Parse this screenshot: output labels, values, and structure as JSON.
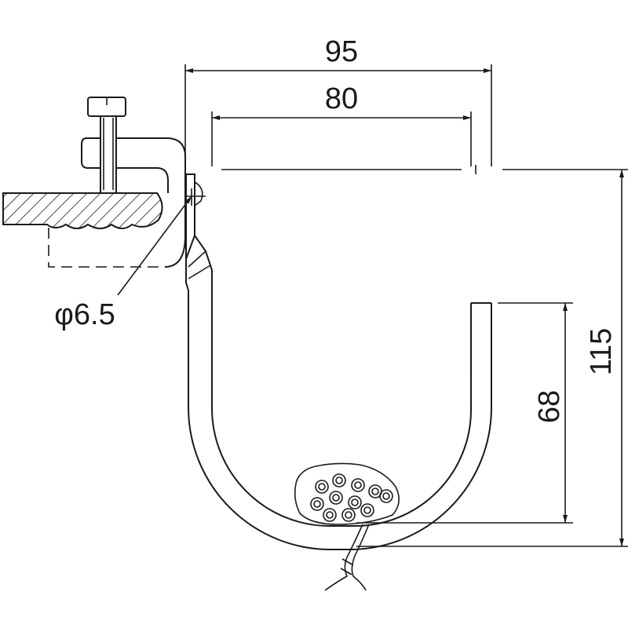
{
  "dimensions": {
    "width_outer": "95",
    "width_inner": "80",
    "height_total": "115",
    "height_lower": "68",
    "hole_diameter": "φ6.5"
  }
}
